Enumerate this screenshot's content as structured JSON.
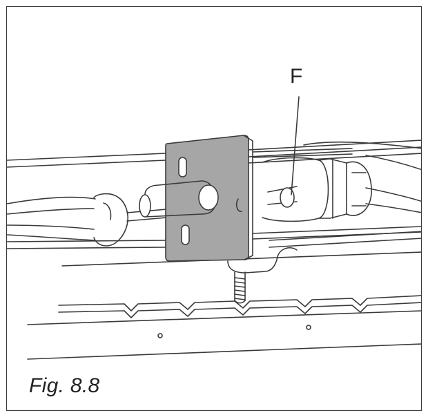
{
  "figure": {
    "callout_label": "F",
    "caption": "Fig. 8.8"
  },
  "colors": {
    "line": "#3a3a3a",
    "plate_fill": "#a6a6a6",
    "background": "#ffffff"
  },
  "icons": {
    "illustration": "screwdriver-pressing-part-through-tool-plate"
  }
}
